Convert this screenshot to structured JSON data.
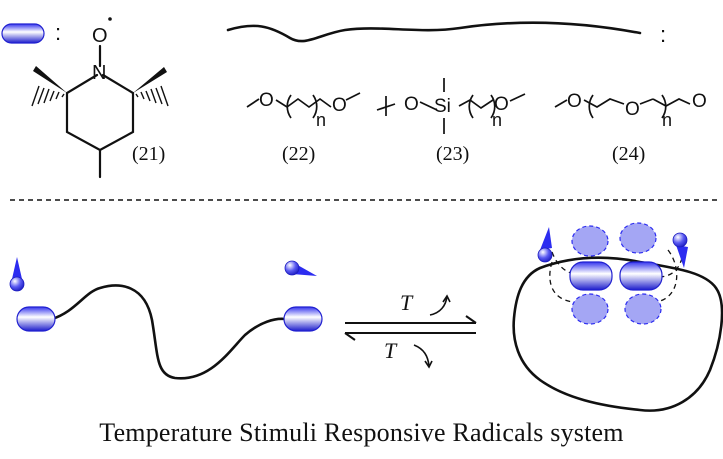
{
  "top": {
    "colon_after_capsule": ":",
    "colon_after_chain": ":",
    "tempo": {
      "o_label": "O",
      "n_label": "N",
      "compound_number": "(21)"
    },
    "chains": [
      {
        "number": "(22)",
        "labels": [
          "O",
          "n",
          "O"
        ]
      },
      {
        "number": "(23)",
        "labels": [
          "O",
          "Si",
          "n",
          "O"
        ]
      },
      {
        "number": "(24)",
        "labels": [
          "O",
          "O",
          "n",
          "O"
        ]
      }
    ]
  },
  "scheme": {
    "forward_label": "T",
    "reverse_label": "T"
  },
  "caption": "Temperature Stimuli Responsive Radicals system",
  "colors": {
    "capsule": "#2c2cf0",
    "capsule_light": "#ffffff",
    "blob_fill": "#a4a6f4",
    "blob_stroke": "#2c2cf0",
    "ink": "#111111"
  }
}
